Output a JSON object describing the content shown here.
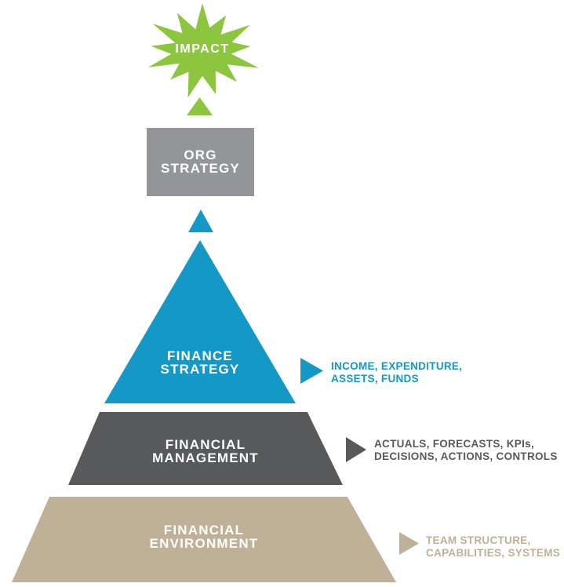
{
  "impact": {
    "label": "IMPACT"
  },
  "org_strategy": {
    "line1": "ORG",
    "line2": "STRATEGY"
  },
  "levels": [
    {
      "id": "finance-strategy",
      "line1": "FINANCE",
      "line2": "STRATEGY",
      "color_name": "blue",
      "annotation": {
        "line1": "INCOME, EXPENDITURE,",
        "line2": "ASSETS, FUNDS"
      }
    },
    {
      "id": "financial-management",
      "line1": "FINANCIAL",
      "line2": "MANAGEMENT",
      "color_name": "dark",
      "annotation": {
        "line1": "ACTUALS, FORECASTS, KPIs,",
        "line2": "DECISIONS, ACTIONS, CONTROLS"
      }
    },
    {
      "id": "financial-environment",
      "line1": "FINANCIAL",
      "line2": "ENVIRONMENT",
      "color_name": "tan",
      "annotation": {
        "line1": "TEAM STRUCTURE,",
        "line2": "CAPABILITIES, SYSTEMS"
      }
    }
  ],
  "colors": {
    "green": "#8CC63F",
    "gray": "#949599",
    "blue": "#1499C6",
    "dark": "#58595B",
    "tan": "#BFB197",
    "label_text": "#FFFFFF"
  }
}
